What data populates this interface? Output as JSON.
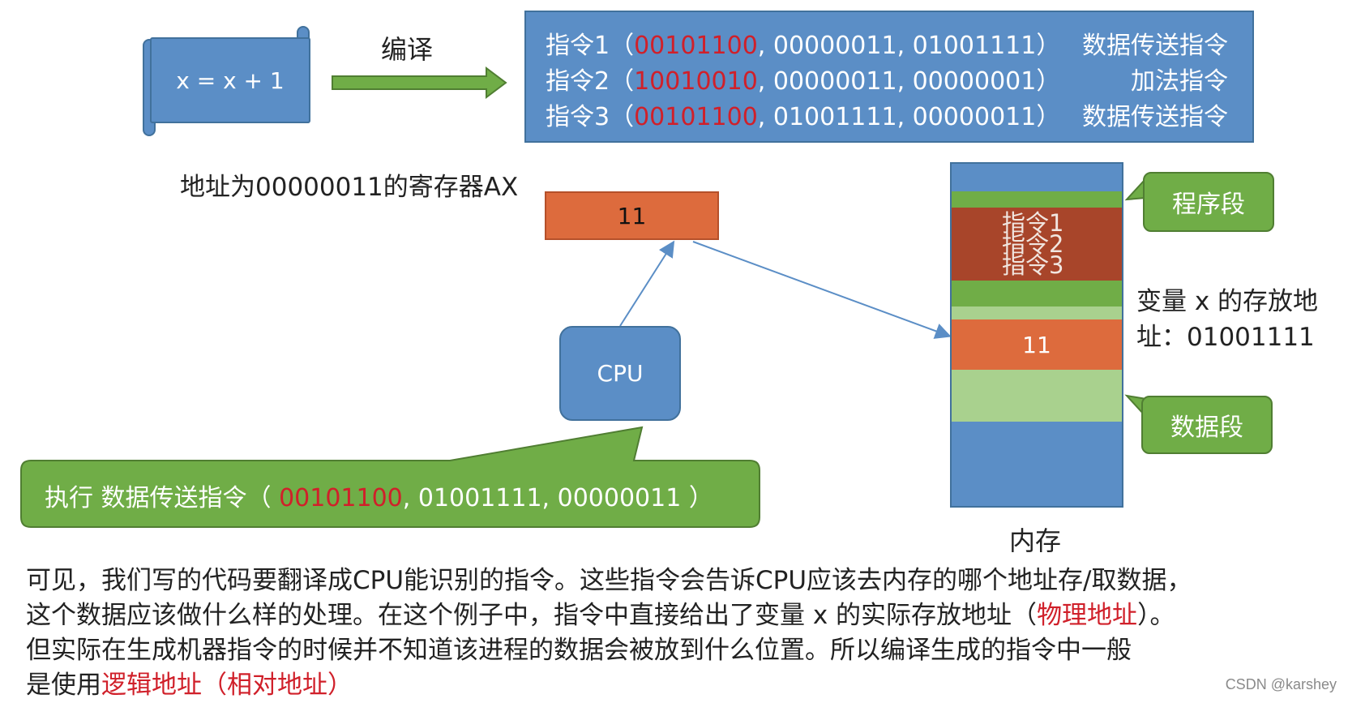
{
  "scroll": {
    "code": "x = x + 1"
  },
  "compile_label": "编译",
  "instructions": [
    {
      "name": "指令1",
      "open": "（",
      "opcode": "00101100",
      "operands": ", 00000011, 01001111",
      "close": "）",
      "desc": "数据传送指令"
    },
    {
      "name": "指令2",
      "open": "（",
      "opcode": "10010010",
      "operands": ", 00000011, 00000001",
      "close": "）",
      "desc": "加法指令"
    },
    {
      "name": "指令3",
      "open": "（",
      "opcode": "00101100",
      "operands": ", 01001111, 00000011",
      "close": "）",
      "desc": "数据传送指令"
    }
  ],
  "register": {
    "caption": "地址为00000011的寄存器AX",
    "value": "11"
  },
  "cpu_label": "CPU",
  "memory": {
    "label": "内存",
    "instr_labels": [
      "指令1",
      "指令2",
      "指令3"
    ],
    "x_value": "11",
    "program_segment": "程序段",
    "data_segment": "数据段",
    "var_caption_line1": "变量 x 的存放地",
    "var_caption_line2": "址：01001111"
  },
  "exec": {
    "prefix": "执行 数据传送指令（ ",
    "opcode": "00101100",
    "operands": ", 01001111, 00000011 ）"
  },
  "paragraph": {
    "line1": "可见，我们写的代码要翻译成CPU能识别的指令。这些指令会告诉CPU应该去内存的哪个地址存/取数据，",
    "line2_a": "这个数据应该做什么样的处理。在这个例子中，指令中直接给出了变量 x 的实际存放地址（",
    "line2_b": "物理地址",
    "line2_c": "）。",
    "line3": "但实际在生成机器指令的时候并不知道该进程的数据会被放到什么位置。所以编译生成的指令中一般",
    "line4_a": "是使用",
    "line4_b": "逻辑地址（相对地址）"
  },
  "watermark": "CSDN @karshey",
  "colors": {
    "blue": "#5b8ec6",
    "orange": "#dd6b3d",
    "green": "#70ad47",
    "light_green": "#a9d18e",
    "dark_red": "#a8452a",
    "red_text": "#d0202a"
  }
}
